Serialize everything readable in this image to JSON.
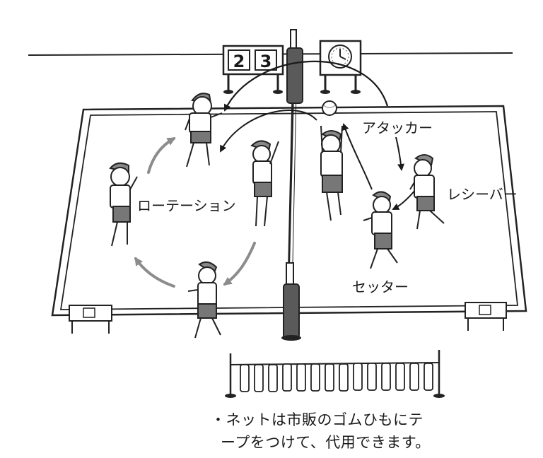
{
  "labels": {
    "attacker": "アタッカー",
    "receiver": "レシーバー",
    "setter": "セッター",
    "rotation": "ローテーション"
  },
  "scoreboard": {
    "left_digit": "2",
    "right_digit": "3"
  },
  "note": {
    "line1": "・ネットは市販のゴムひもにテ",
    "line2": "ープをつけて、代用できます。"
  }
}
